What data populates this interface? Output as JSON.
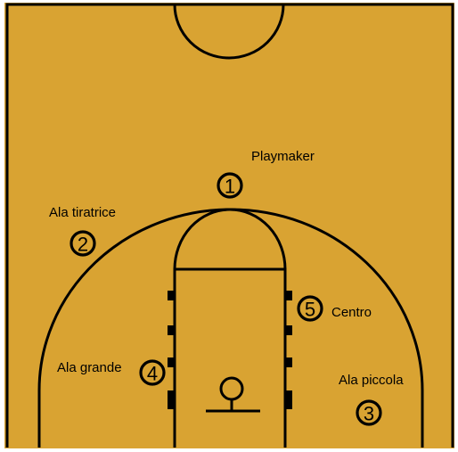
{
  "court": {
    "floor_color": "#D9A332",
    "line_color": "#000000",
    "background_color": "#FFFFFF"
  },
  "positions": [
    {
      "number": "1",
      "label": "Playmaker"
    },
    {
      "number": "2",
      "label": "Ala tiratrice"
    },
    {
      "number": "3",
      "label": "Ala piccola"
    },
    {
      "number": "4",
      "label": "Ala grande"
    },
    {
      "number": "5",
      "label": "Centro"
    }
  ]
}
